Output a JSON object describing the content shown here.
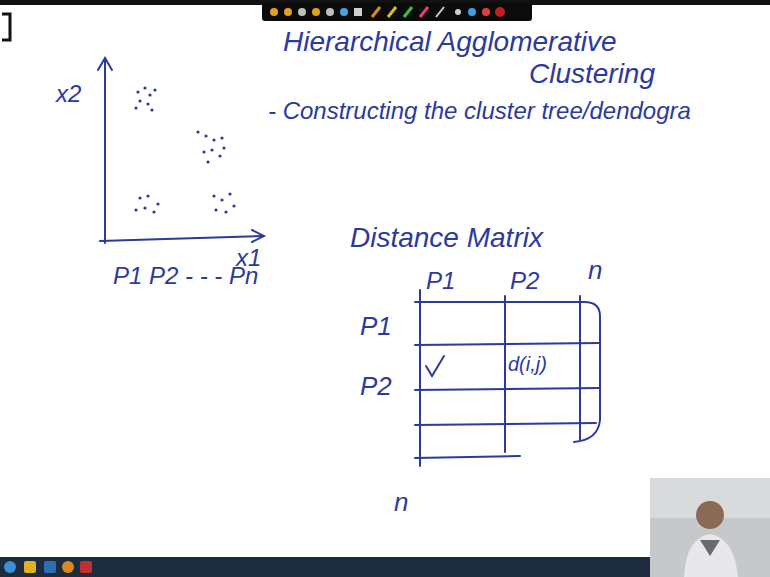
{
  "diagram": {
    "title": "Hierarchical Agglomerative Clustering",
    "labels": [
      "x2",
      "- Constructing the cluster tree/dendogra",
      "x1",
      "P1 P2 - - - Pn",
      "Distance Matrix",
      "P1",
      "P2",
      "n",
      "P1",
      "d(i,j)",
      "P2",
      "n"
    ]
  }
}
